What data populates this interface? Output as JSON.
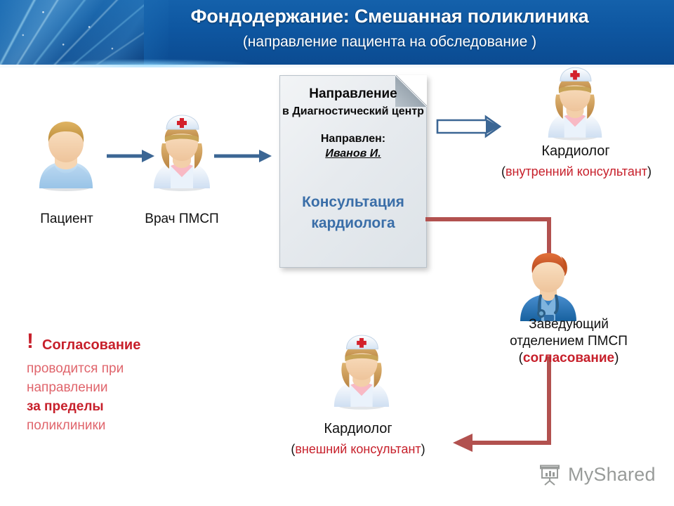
{
  "header": {
    "title": "Фондодержание: Смешанная поликлиника",
    "subtitle": "(направление пациента на обследование )"
  },
  "document_card": {
    "line1": "Направление",
    "line2": "в  Диагностический центр",
    "line3": "Направлен:",
    "line4": "Иванов И.",
    "service": "Консультация кардиолога"
  },
  "nodes": {
    "patient": {
      "label": "Пациент",
      "icon": "patient-avatar"
    },
    "pmsp_doctor": {
      "label": "Врач ПМСП",
      "icon": "nurse-avatar"
    },
    "internal_cardiologist": {
      "label": "Кардиолог",
      "sublabel_open": "(",
      "sublabel": "внутренний консультант",
      "sublabel_close": ")",
      "icon": "nurse-avatar"
    },
    "department_head": {
      "label_line1": "Заведующий",
      "label_line2": "отделением ПМСП",
      "sublabel_open": "(",
      "sublabel": "согласование",
      "sublabel_close": ")",
      "icon": "doctor-avatar"
    },
    "external_cardiologist": {
      "label": "Кардиолог",
      "sublabel_open": "(",
      "sublabel": "внешний консультант",
      "sublabel_close": ")",
      "icon": "nurse-avatar"
    }
  },
  "note": {
    "bang": "!",
    "title": "Согласование",
    "line1": "проводится при",
    "line2": "направлении",
    "line3_bold": "за пределы",
    "line4": "поликлиники"
  },
  "watermark": {
    "text": "MyShared",
    "icon": "presentation-board-icon"
  },
  "colors": {
    "header_blue": "#0e56a0",
    "accent_red": "#c7202b",
    "arrow_blue": "#3b6694",
    "flow_red": "#b2514f",
    "doc_text_blue": "#3a6ea8"
  }
}
